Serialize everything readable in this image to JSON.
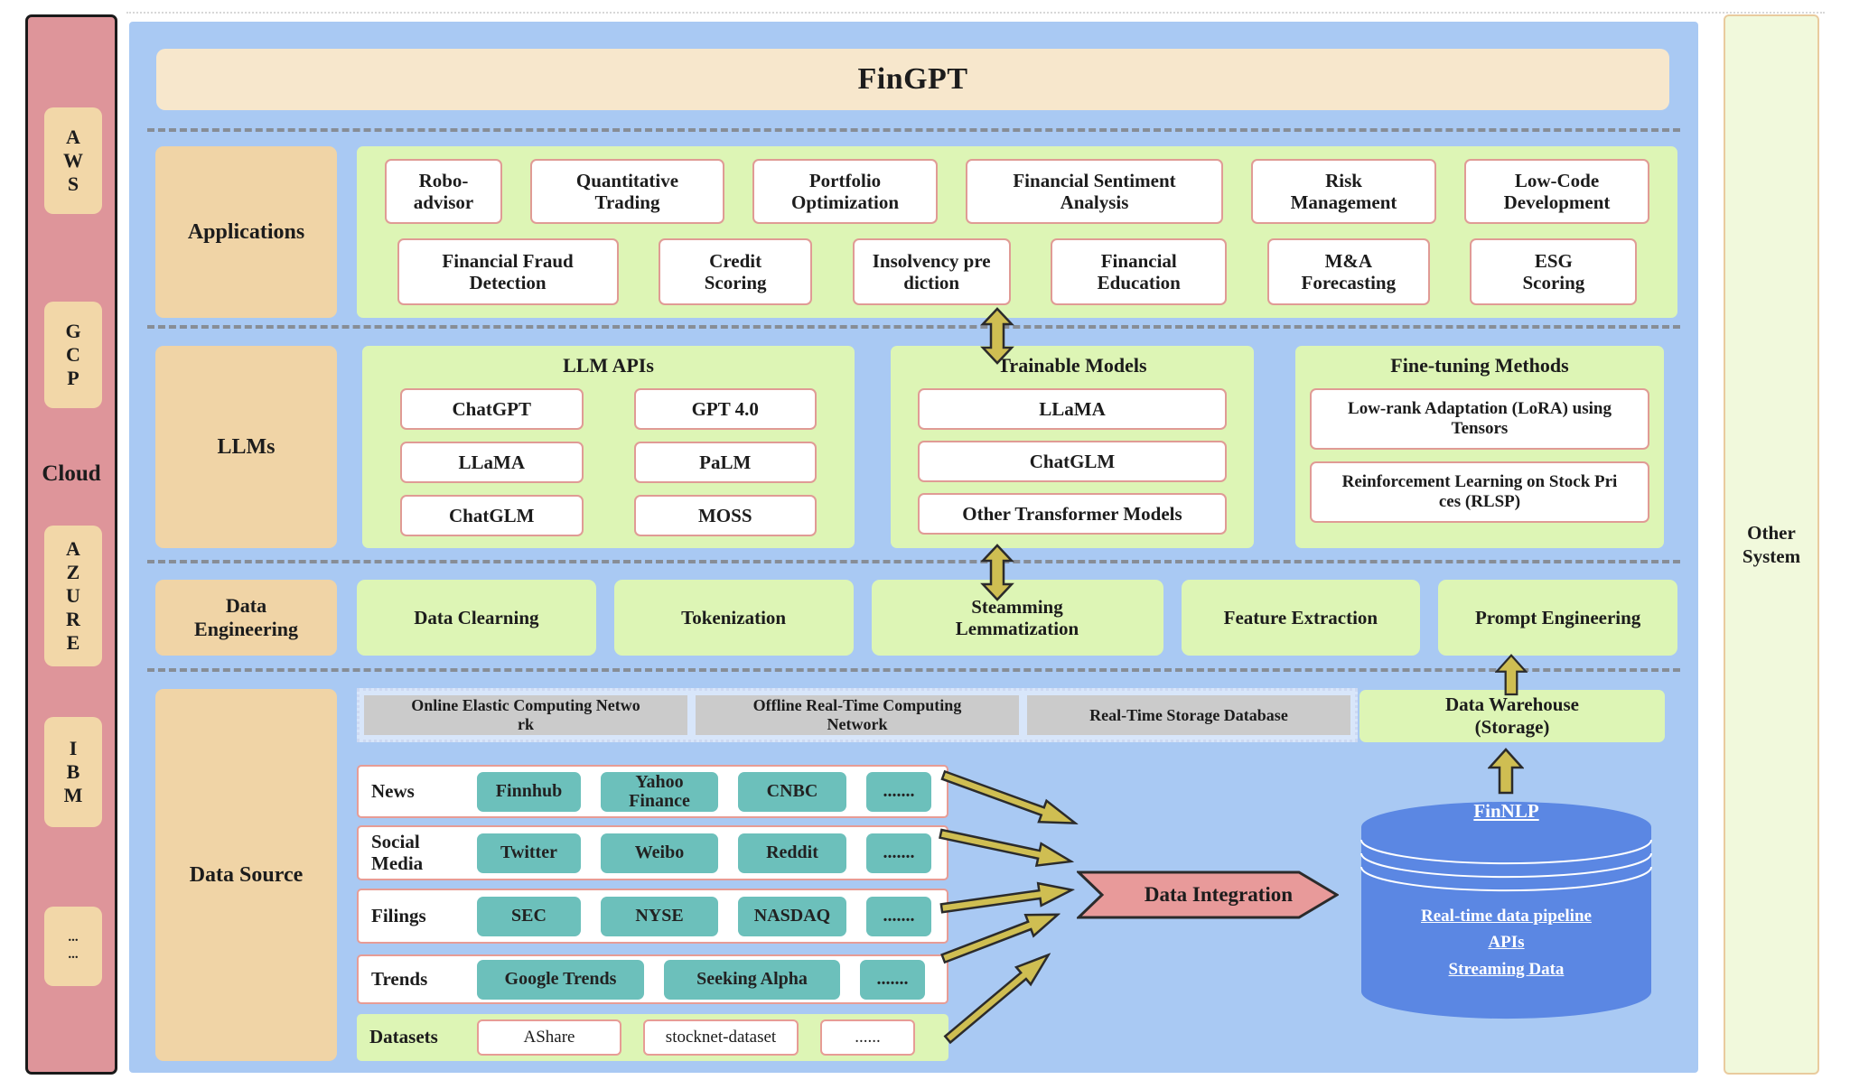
{
  "title": "FinGPT",
  "cloud": {
    "label": "Cloud",
    "items": [
      "A\nW\nS",
      "G\nC\nP",
      "A\nZ\nU\nR\nE",
      "I\nB\nM",
      "...\n..."
    ]
  },
  "other_system": {
    "label": "Other\nSystem"
  },
  "applications": {
    "label": "Applications",
    "row1": [
      "Robo-\nadvisor",
      "Quantitative\nTrading",
      "Portfolio\nOptimization",
      "Financial Sentiment\nAnalysis",
      "Risk\nManagement",
      "Low-Code\nDevelopment"
    ],
    "row2": [
      "Financial Fraud\nDetection",
      "Credit\nScoring",
      "Insolvency pre\ndiction",
      "Financial\nEducation",
      "M&A\nForecasting",
      "ESG\nScoring"
    ]
  },
  "llms": {
    "label": "LLMs",
    "llm_apis": {
      "title": "LLM APIs",
      "items": [
        "ChatGPT",
        "GPT 4.0",
        "LLaMA",
        "PaLM",
        "ChatGLM",
        "MOSS"
      ]
    },
    "trainable": {
      "title": "Trainable Models",
      "items": [
        "LLaMA",
        "ChatGLM",
        "Other Transformer Models"
      ]
    },
    "finetuning": {
      "title": "Fine-tuning Methods",
      "items": [
        "Low-rank Adaptation (LoRA) using\nTensors",
        "Reinforcement Learning on Stock Pri\nces (RLSP)"
      ]
    }
  },
  "data_engineering": {
    "label": "Data\nEngineering",
    "items": [
      "Data Clearning",
      "Tokenization",
      "Steamming\nLemmatization",
      "Feature Extraction",
      "Prompt Engineering"
    ]
  },
  "data_source": {
    "label": "Data Source",
    "infrastructure": [
      "Online Elastic Computing Netwo\nrk",
      "Offline Real-Time Computing\nNetwork",
      "Real-Time Storage Database"
    ],
    "warehouse": "Data Warehouse\n(Storage)",
    "rows": [
      {
        "label": "News",
        "chips": [
          "Finnhub",
          "Yahoo\nFinance",
          "CNBC",
          "......."
        ]
      },
      {
        "label": "Social\nMedia",
        "chips": [
          "Twitter",
          "Weibo",
          "Reddit",
          "......."
        ]
      },
      {
        "label": "Filings",
        "chips": [
          "SEC",
          "NYSE",
          "NASDAQ",
          "......."
        ]
      },
      {
        "label": "Trends",
        "chips": [
          "Google Trends",
          "Seeking Alpha",
          "......."
        ]
      }
    ],
    "datasets": {
      "label": "Datasets",
      "items": [
        "AShare",
        "stocknet-dataset",
        "......"
      ]
    },
    "integration_label": "Data Integration",
    "database": {
      "title": "FinNLP",
      "lines": [
        "Real-time data pipeline",
        "APIs",
        "Streaming Data"
      ]
    }
  },
  "colors": {
    "panel_blue": "#A9C9F3",
    "banner_peach": "#F7E7CC",
    "label_tan": "#F0D4A6",
    "section_green": "#DDF5B5",
    "box_border_pink": "#E09B95",
    "cloud_sidebar_pink": "#DE959A",
    "chip_teal": "#6CC0BB",
    "infra_gray": "#CBCBCB",
    "integration_pink": "#E89A9A",
    "arrow_yellow": "#CFBE52",
    "database_blue": "#5B87E3",
    "other_system_green": "#F1F9DC"
  }
}
